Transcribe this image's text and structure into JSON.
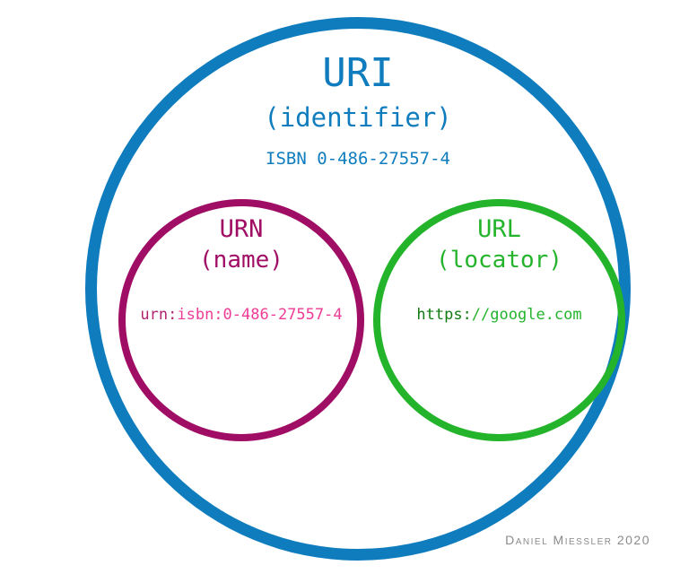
{
  "diagram": {
    "title_note": "Venn-style diagram: URI contains URN and URL",
    "outer_circle": {
      "title": "URI",
      "subtitle": "(identifier)",
      "example": "ISBN 0-486-27557-4",
      "color": "#0f7cbe"
    },
    "urn_circle": {
      "title": "URN",
      "subtitle": "(name)",
      "example_scheme": "urn:",
      "example_rest": "isbn:0-486-27557-4",
      "circle_color": "#a00d64",
      "example_scheme_color": "#b1246e",
      "example_rest_color": "#ee3c96"
    },
    "url_circle": {
      "title": "URL",
      "subtitle": "(locator)",
      "example_scheme": "https:",
      "example_rest": "//google.com",
      "circle_color": "#24b42c",
      "example_scheme_color": "#117a11",
      "example_rest_color": "#24b42c"
    },
    "attribution": "Daniel Miessler 2020",
    "attribution_color": "#8b8b8b",
    "background_color": "#ffffff"
  }
}
